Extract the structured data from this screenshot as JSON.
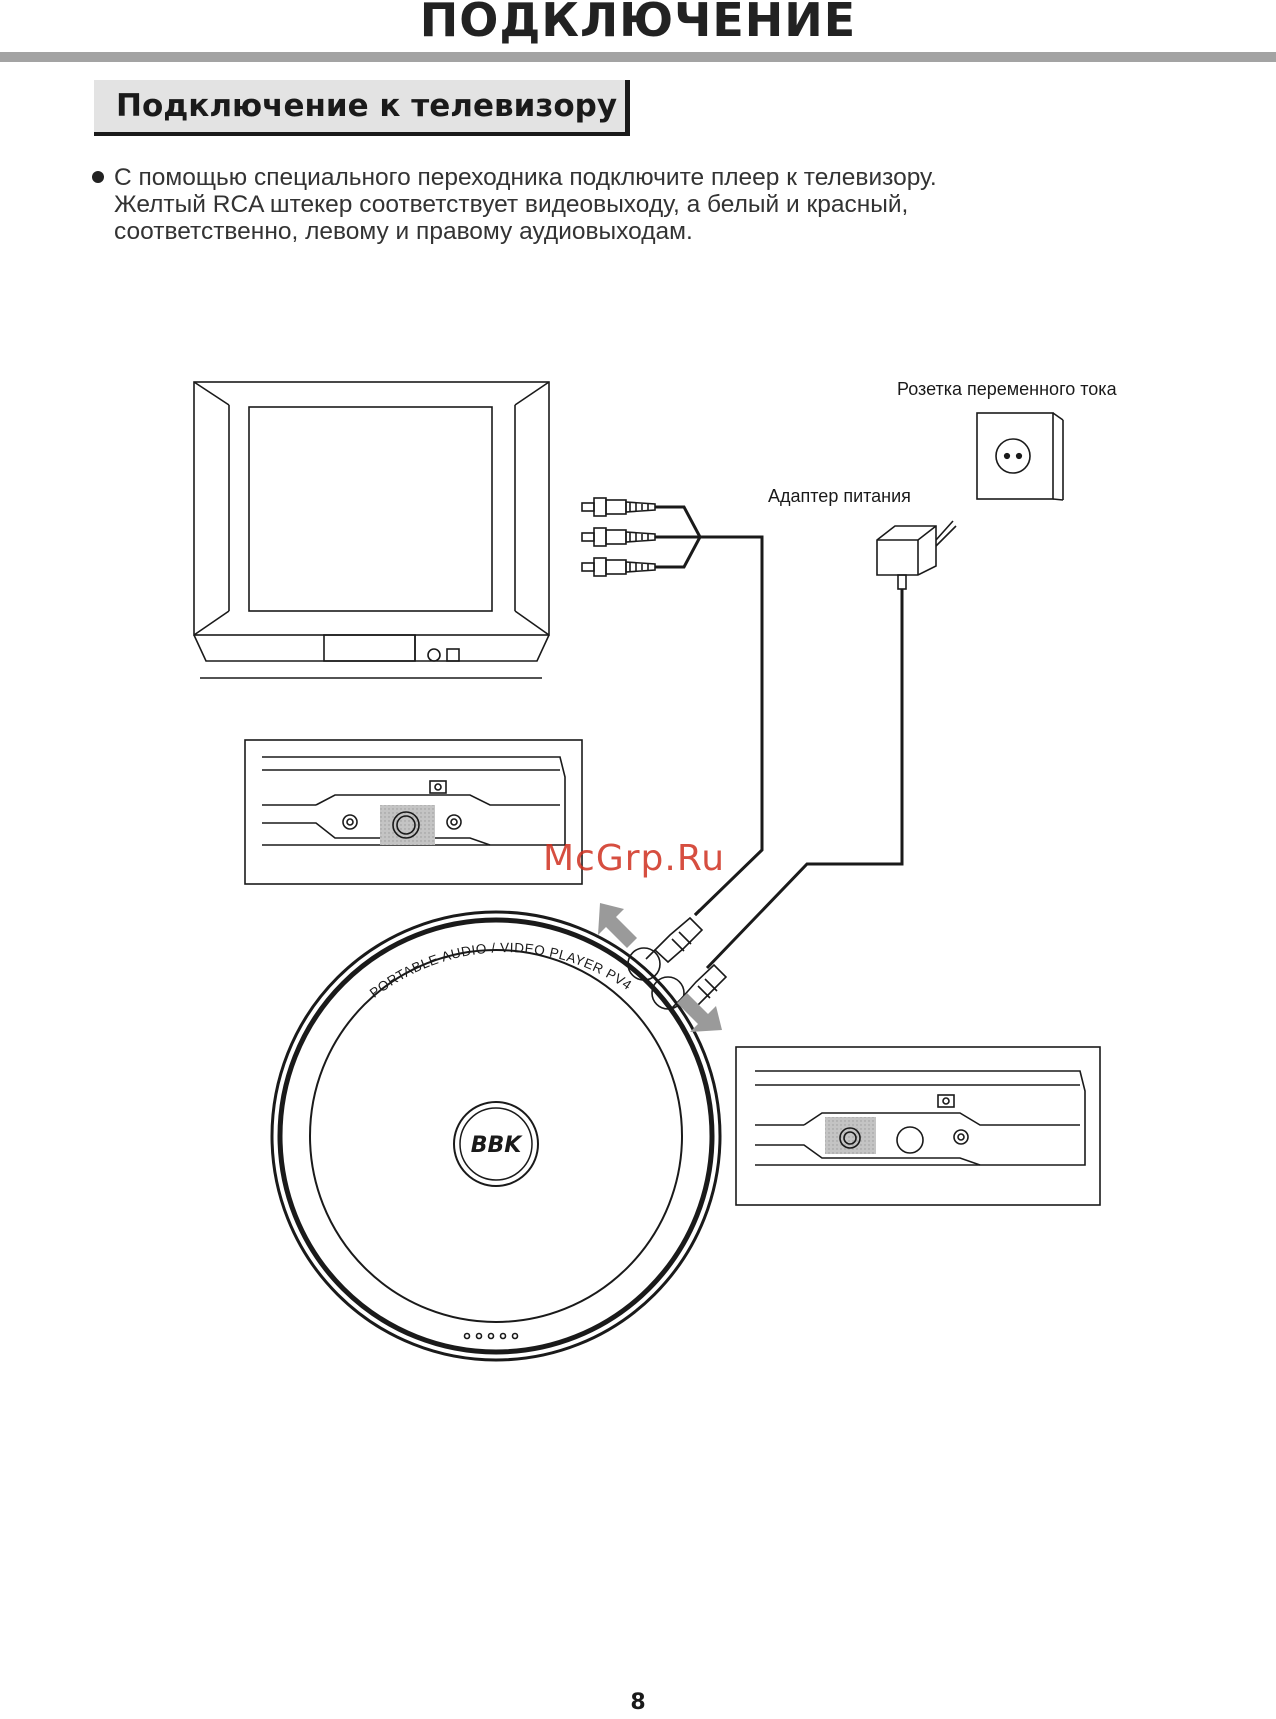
{
  "page": {
    "title": "ПОДКЛЮЧЕНИЕ",
    "section_heading": "Подключение к телевизору",
    "page_number": "8"
  },
  "instructions": {
    "lines": [
      "С помощью специального переходника подключите плеер к телевизору.",
      "Желтый RCA штекер соответствует видеовыходу, а белый и красный,",
      "соответственно, левому и правому аудиовыходам."
    ]
  },
  "diagram": {
    "labels": {
      "outlet": "Розетка переменного тока",
      "adapter": "Адаптер питания",
      "player_ring": "PORTABLE AUDIO / VIDEO PLAYER PV400S",
      "logo": "BBK"
    }
  },
  "watermark": {
    "text": "McGrp.Ru"
  },
  "colors": {
    "title_rule": "#a3a3a3",
    "section_bg": "#e3e3e3",
    "watermark": "#d0301f",
    "arrow": "#9a9a9a"
  }
}
